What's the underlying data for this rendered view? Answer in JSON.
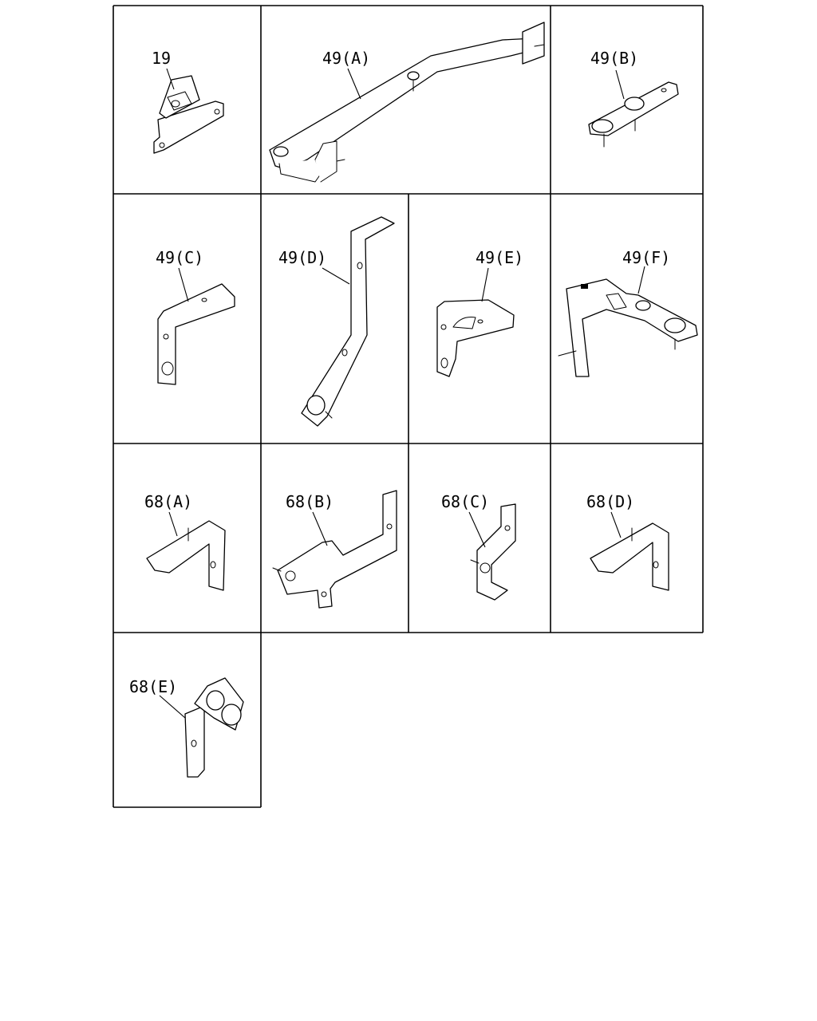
{
  "parts": [
    {
      "label": "19"
    },
    {
      "label": "49(A)"
    },
    {
      "label": "49(B)"
    },
    {
      "label": "49(C)"
    },
    {
      "label": "49(D)"
    },
    {
      "label": "49(E)"
    },
    {
      "label": "49(F)"
    },
    {
      "label": "68(A)"
    },
    {
      "label": "68(B)"
    },
    {
      "label": "68(C)"
    },
    {
      "label": "68(D)"
    },
    {
      "label": "68(E)"
    }
  ]
}
